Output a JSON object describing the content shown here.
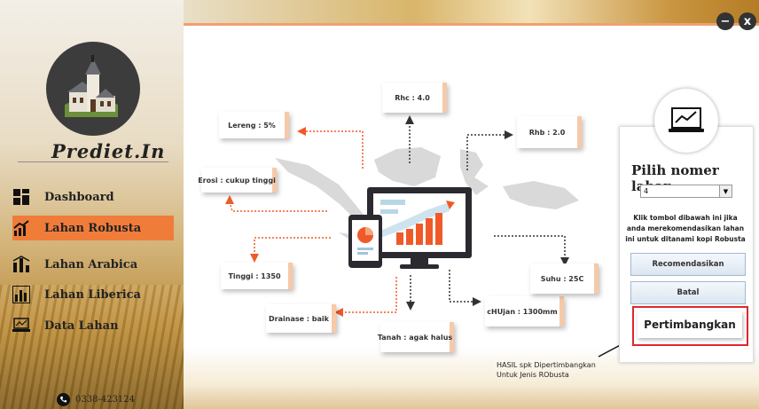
{
  "sidebar": {
    "brand": "Prediet.In",
    "items": [
      {
        "label": "Dashboard",
        "icon": "dashboard-grid-icon"
      },
      {
        "label": "Lahan Robusta",
        "icon": "chart-up-icon",
        "active": true
      },
      {
        "label": "Lahan Arabica",
        "icon": "bar-chart-icon"
      },
      {
        "label": "Lahan Liberica",
        "icon": "bar-chart-framed-icon"
      },
      {
        "label": "Data Lahan",
        "icon": "laptop-chart-icon"
      }
    ],
    "phone": "0338-423124"
  },
  "window": {
    "minimize_label": "−",
    "close_label": "x"
  },
  "params": {
    "rhc": "Rhc : 4.0",
    "lereng": "Lereng : 5%",
    "rhb": "Rhb : 2.0",
    "erosi": "Erosi : cukup tinggi",
    "tinggi": "Tinggi : 1350",
    "drainase": "Drainase : baik",
    "tanah": "Tanah : agak halus",
    "chujan": "cHUjan : 1300mm",
    "suhu": "Suhu : 25C"
  },
  "panel": {
    "title": "Pilih nomer lahan",
    "selected_lahan": "4",
    "help": "Klik tombol dibawah ini jika anda merekomendasikan lahan ini untuk ditanami kopi Robusta",
    "recommend_label": "Recomendasikan",
    "cancel_label": "Batal",
    "consider_label": "Pertimbangkan"
  },
  "note": {
    "line1": "HASIL spk Dipertimbangkan",
    "line2": "Untuk Jenis RObusta"
  },
  "colors": {
    "accent": "#f07c3a",
    "arrow": "#f05a28",
    "highlight_border": "#e0262b"
  }
}
